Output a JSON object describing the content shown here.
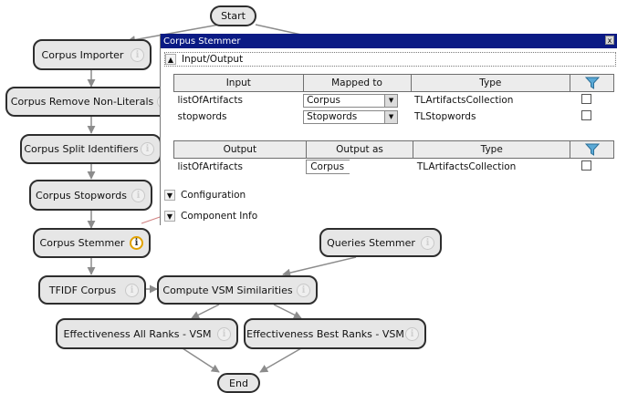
{
  "nodes": {
    "start": "Start",
    "corpus_importer": "Corpus Importer",
    "corpus_remove_nonliterals": "Corpus Remove Non-Literals",
    "corpus_split_identifiers": "Corpus Split Identifiers",
    "corpus_stopwords": "Corpus Stopwords",
    "corpus_stemmer": "Corpus Stemmer",
    "queries_stemmer": "Queries Stemmer",
    "tfidf_corpus": "TFIDF Corpus",
    "compute_vsm": "Compute VSM Similarities",
    "effectiveness_all": "Effectiveness All Ranks - VSM",
    "effectiveness_best": "Effectiveness Best Ranks - VSM",
    "end": "End"
  },
  "info_icon_glyph": "i",
  "panel": {
    "title": "Corpus Stemmer",
    "close_label": "x",
    "sections": {
      "io": "Input/Output",
      "configuration": "Configuration",
      "component_info": "Component Info"
    },
    "input_headers": {
      "input": "Input",
      "mapped_to": "Mapped to",
      "type": "Type"
    },
    "input_rows": [
      {
        "name": "listOfArtifacts",
        "mapped": "Corpus",
        "type": "TLArtifactsCollection"
      },
      {
        "name": "stopwords",
        "mapped": "Stopwords",
        "type": "TLStopwords"
      }
    ],
    "output_headers": {
      "output": "Output",
      "output_as": "Output as",
      "type": "Type"
    },
    "output_rows": [
      {
        "name": "listOfArtifacts",
        "as": "Corpus",
        "type": "TLArtifactsCollection"
      }
    ]
  },
  "colors": {
    "titlebar": "#0a1a84",
    "node_fill": "#e6e6e6",
    "node_border": "#2d2d2d",
    "edge": "#8c8c8c",
    "active_info": "#e1a100",
    "filter_icon": "#5aa9d6"
  }
}
